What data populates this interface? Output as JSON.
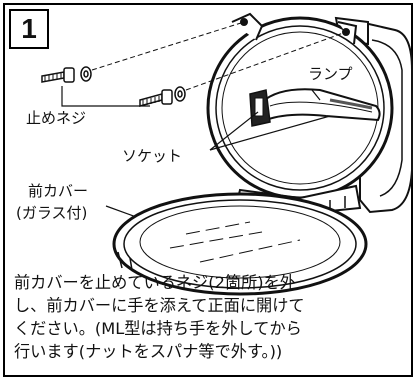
{
  "step": {
    "number": "1"
  },
  "labels": {
    "lamp": "ランプ",
    "screw": "止めネジ",
    "socket": "ソケット",
    "front_cover_line1": "前カバー",
    "front_cover_line2": "(ガラス付)"
  },
  "instructions": {
    "lines": [
      "前カバーを止めているネジ(2箇所)を外",
      "し、前カバーに手を添えて正面に開けて",
      "ください。(ML型は持ち手を外してから",
      "行います(ナットをスパナ等で外す。))"
    ]
  },
  "icons": {
    "screw": "screw-icon",
    "washer": "washer-icon"
  }
}
